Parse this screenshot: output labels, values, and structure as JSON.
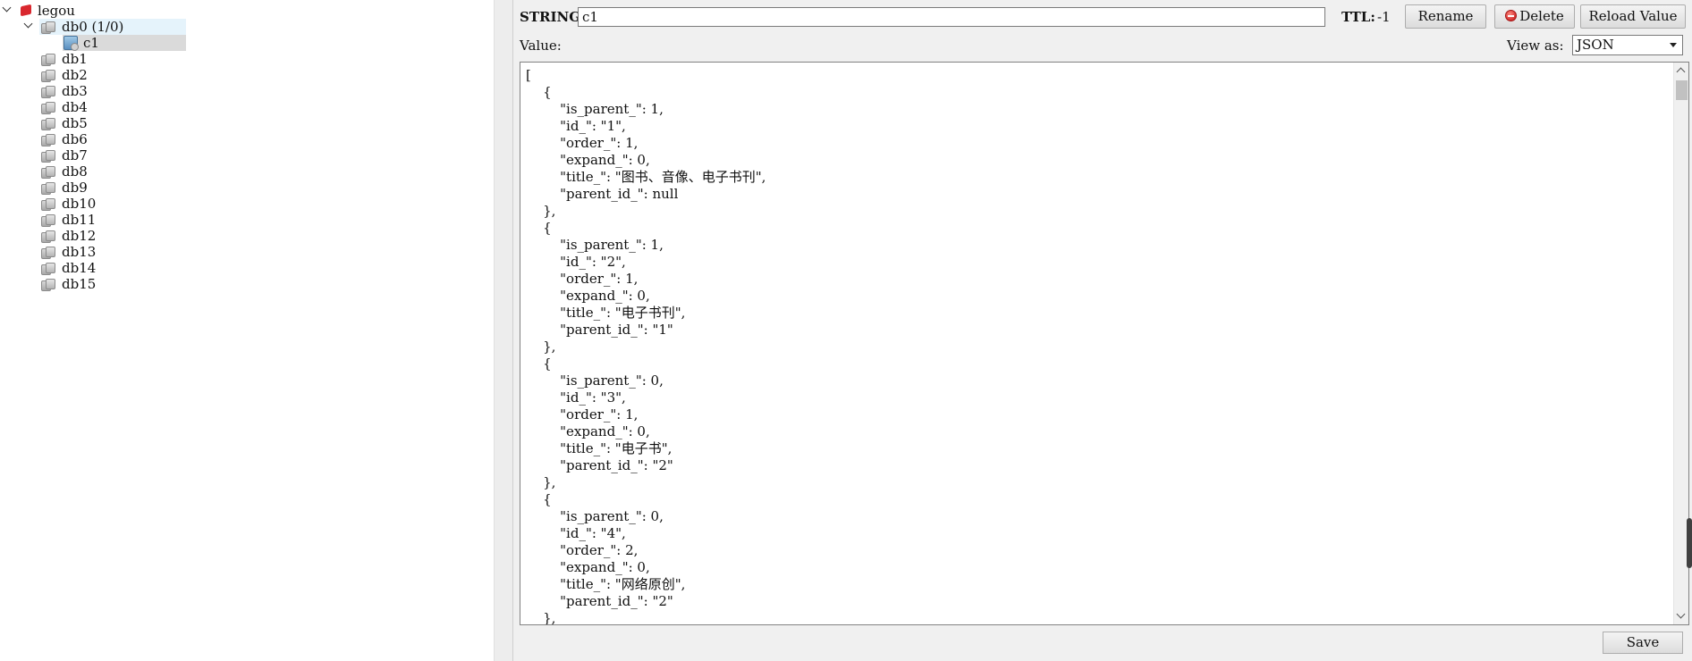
{
  "tree": {
    "root": {
      "label": "legou"
    },
    "db0": {
      "label": "db0 (1/0)"
    },
    "key": {
      "label": "c1"
    },
    "dbs": [
      "db1",
      "db2",
      "db3",
      "db4",
      "db5",
      "db6",
      "db7",
      "db8",
      "db9",
      "db10",
      "db11",
      "db12",
      "db13",
      "db14",
      "db15"
    ]
  },
  "header": {
    "type_label": "STRING:",
    "key_value": "c1",
    "ttl_label": "TTL:",
    "ttl_value": "-1",
    "rename_label": "Rename",
    "delete_label": "Delete",
    "reload_label": "Reload Value"
  },
  "value": {
    "label": "Value:",
    "view_as_label": "View as:",
    "view_as_value": "JSON",
    "content": "[\n    {\n        \"is_parent_\": 1,\n        \"id_\": \"1\",\n        \"order_\": 1,\n        \"expand_\": 0,\n        \"title_\": \"图书、音像、电子书刊\",\n        \"parent_id_\": null\n    },\n    {\n        \"is_parent_\": 1,\n        \"id_\": \"2\",\n        \"order_\": 1,\n        \"expand_\": 0,\n        \"title_\": \"电子书刊\",\n        \"parent_id_\": \"1\"\n    },\n    {\n        \"is_parent_\": 0,\n        \"id_\": \"3\",\n        \"order_\": 1,\n        \"expand_\": 0,\n        \"title_\": \"电子书\",\n        \"parent_id_\": \"2\"\n    },\n    {\n        \"is_parent_\": 0,\n        \"id_\": \"4\",\n        \"order_\": 2,\n        \"expand_\": 0,\n        \"title_\": \"网络原创\",\n        \"parent_id_\": \"2\"\n    },"
  },
  "footer": {
    "save_label": "Save"
  }
}
